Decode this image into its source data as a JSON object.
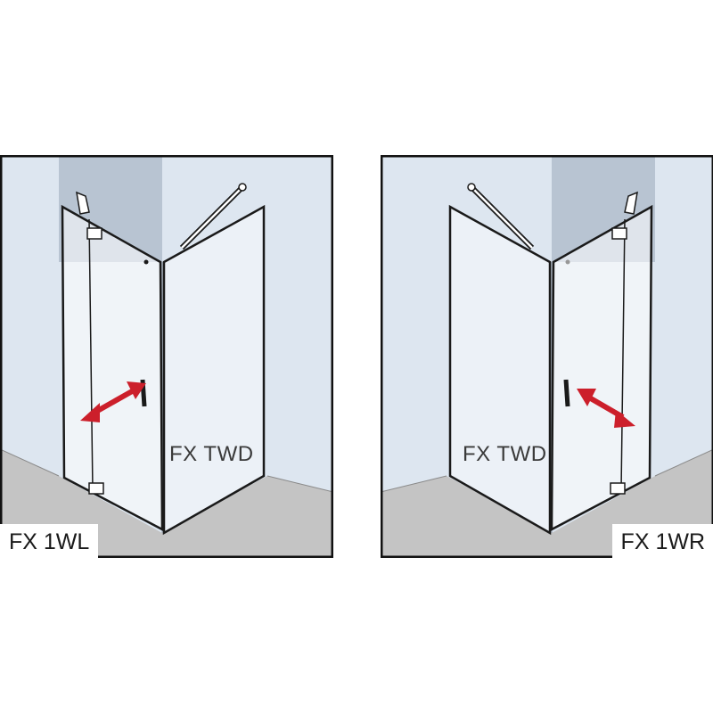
{
  "left_panel": {
    "model_label": "FX 1WL",
    "inner_label": "FX TWD"
  },
  "right_panel": {
    "model_label": "FX 1WR",
    "inner_label": "FX TWD"
  },
  "colors": {
    "wall": "#dde6f0",
    "wall_shadow": "#b8c4d2",
    "floor": "#c4c4c4",
    "frame": "#111111",
    "glass_edge": "#1a1a1a",
    "arrow": "#cc1f2b"
  },
  "icons": [
    "double-arrow-icon"
  ]
}
